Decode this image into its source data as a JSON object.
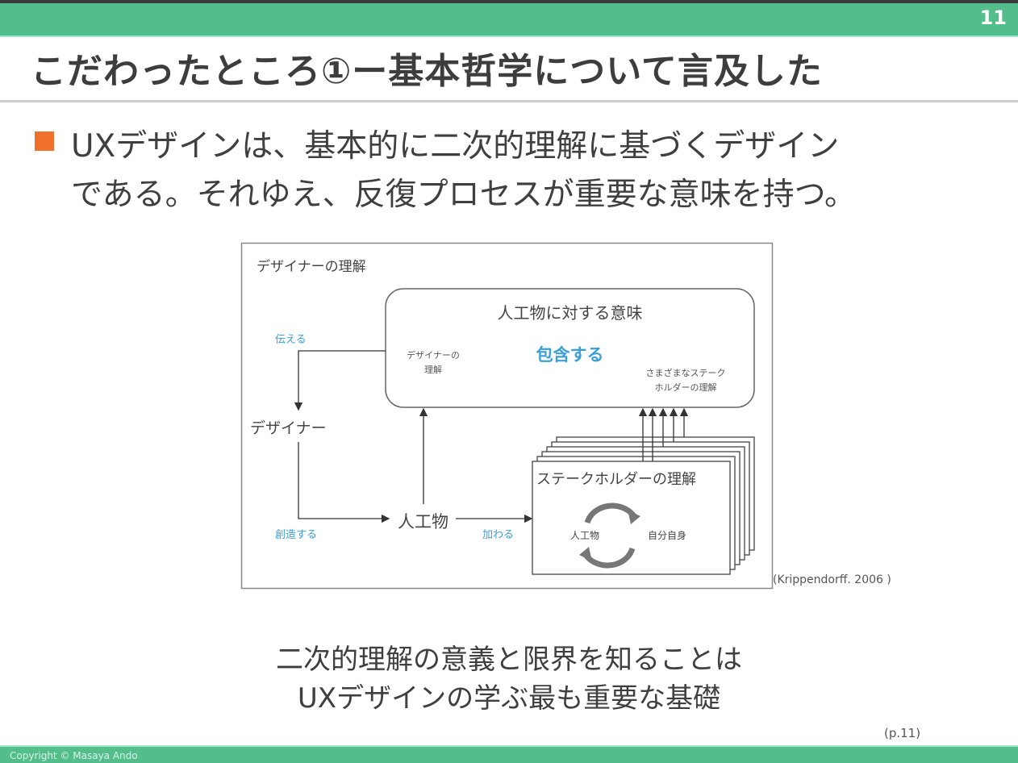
{
  "slide": {
    "page_number": "11",
    "title": "こだわったところ①ー基本哲学について言及した",
    "bullet_lines": [
      "UXデザインは、基本的に二次的理解に基づくデザイン",
      "である。それゆえ、反復プロセスが重要な意味を持つ。"
    ],
    "bullet_color": "#ee7029",
    "accent_color": "#53be8b"
  },
  "diagram": {
    "outer_label": "デザイナーの理解",
    "meaning_title": "人工物に対する意味",
    "include_label": "包含する",
    "designer_understanding": [
      "デザイナーの",
      "理解"
    ],
    "stakeholders_understanding": [
      "さまざまなステーク",
      "ホルダーの理解"
    ],
    "convey": "伝える",
    "designer": "デザイナー",
    "create": "創造する",
    "artifact": "人工物",
    "join": "加わる",
    "stakeholder_box_title": "ステークホルダーの理解",
    "cycle_left": "人工物",
    "cycle_right": "自分自身",
    "citation": "(Krippendorff. 2006 )"
  },
  "conclusion": [
    "二次的理解の意義と限界を知ることは",
    "UXデザインの学ぶ最も重要な基礎"
  ],
  "page_ref": "(p.11)",
  "footer": {
    "copyright": "Copyright ©  Masaya Ando"
  }
}
